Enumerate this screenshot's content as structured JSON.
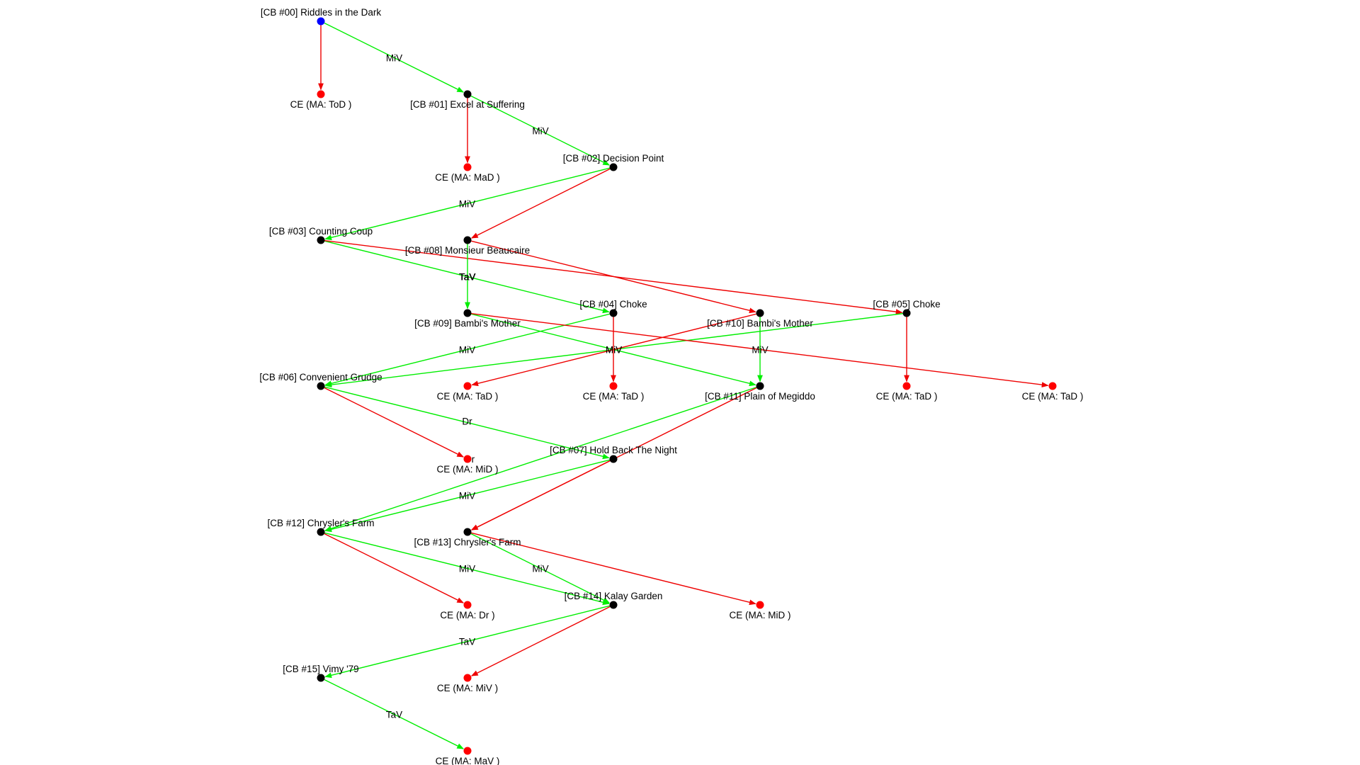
{
  "colors": {
    "start_node": "#0000ff",
    "node": "#000000",
    "end_node": "#ff0000",
    "edge_green": "#00ee00",
    "edge_red": "#ee0000",
    "text": "#000000"
  },
  "nodes": [
    {
      "id": "cb00",
      "label": "[CB #00] Riddles in the Dark",
      "kind": "start"
    },
    {
      "id": "ce_tod",
      "label": "CE (MA: ToD )",
      "kind": "end"
    },
    {
      "id": "cb01",
      "label": "[CB #01] Excel at Suffering",
      "kind": "node"
    },
    {
      "id": "ce_mad",
      "label": "CE (MA: MaD )",
      "kind": "end"
    },
    {
      "id": "cb02",
      "label": "[CB #02] Decision Point",
      "kind": "node"
    },
    {
      "id": "cb03",
      "label": "[CB #03] Counting Coup",
      "kind": "node"
    },
    {
      "id": "cb08",
      "label": "[CB #08] Monsieur Beaucaire",
      "kind": "node"
    },
    {
      "id": "cb04",
      "label": "[CB #04] Choke",
      "kind": "node"
    },
    {
      "id": "cb05",
      "label": "[CB #05] Choke",
      "kind": "node"
    },
    {
      "id": "cb09",
      "label": "[CB #09] Bambi's Mother",
      "kind": "node"
    },
    {
      "id": "cb10",
      "label": "[CB #10] Bambi's Mother",
      "kind": "node"
    },
    {
      "id": "cb06",
      "label": "[CB #06] Convenient Grudge",
      "kind": "node"
    },
    {
      "id": "ce_tad1",
      "label": "CE (MA: TaD )",
      "kind": "end"
    },
    {
      "id": "ce_tad2",
      "label": "CE (MA: TaD )",
      "kind": "end"
    },
    {
      "id": "cb11",
      "label": "[CB #11] Plain of Megiddo",
      "kind": "node"
    },
    {
      "id": "ce_tad3",
      "label": "CE (MA: TaD )",
      "kind": "end"
    },
    {
      "id": "ce_tad4",
      "label": "CE (MA: TaD )",
      "kind": "end"
    },
    {
      "id": "cb07",
      "label": "[CB #07] Hold Back The Night",
      "kind": "node"
    },
    {
      "id": "ce_mid1",
      "label": "CE (MA: MiD )",
      "kind": "end"
    },
    {
      "id": "cb12",
      "label": "[CB #12] Chrysler's Farm",
      "kind": "node"
    },
    {
      "id": "cb13",
      "label": "[CB #13] Chrysler's Farm",
      "kind": "node"
    },
    {
      "id": "cb14",
      "label": "[CB #14] Kalay Garden",
      "kind": "node"
    },
    {
      "id": "ce_dr",
      "label": "CE (MA: Dr )",
      "kind": "end"
    },
    {
      "id": "ce_mid2",
      "label": "CE (MA: MiD )",
      "kind": "end"
    },
    {
      "id": "cb15",
      "label": "[CB #15] Vimy '79",
      "kind": "node"
    },
    {
      "id": "ce_miv",
      "label": "CE (MA: MiV )",
      "kind": "end"
    },
    {
      "id": "ce_mav",
      "label": "CE (MA: MaV )",
      "kind": "end"
    }
  ],
  "edges": [
    {
      "from": "cb00",
      "to": "cb01",
      "color": "green",
      "label": "MiV"
    },
    {
      "from": "cb00",
      "to": "ce_tod",
      "color": "red",
      "label": ""
    },
    {
      "from": "cb01",
      "to": "cb02",
      "color": "green",
      "label": "MiV"
    },
    {
      "from": "cb01",
      "to": "ce_mad",
      "color": "red",
      "label": ""
    },
    {
      "from": "cb02",
      "to": "cb03",
      "color": "green",
      "label": "MiV"
    },
    {
      "from": "cb02",
      "to": "cb08",
      "color": "red",
      "label": ""
    },
    {
      "from": "cb03",
      "to": "cb04",
      "color": "green",
      "label": "TaV"
    },
    {
      "from": "cb03",
      "to": "cb05",
      "color": "red",
      "label": ""
    },
    {
      "from": "cb08",
      "to": "cb09",
      "color": "green",
      "label": "TaV"
    },
    {
      "from": "cb08",
      "to": "cb10",
      "color": "red",
      "label": ""
    },
    {
      "from": "cb04",
      "to": "cb06",
      "color": "green",
      "label": "MiV"
    },
    {
      "from": "cb04",
      "to": "ce_tad2",
      "color": "red",
      "label": ""
    },
    {
      "from": "cb05",
      "to": "cb06",
      "color": "green",
      "label": "MiV"
    },
    {
      "from": "cb05",
      "to": "ce_tad3",
      "color": "red",
      "label": ""
    },
    {
      "from": "cb09",
      "to": "cb11",
      "color": "green",
      "label": "MiV"
    },
    {
      "from": "cb09",
      "to": "ce_tad4",
      "color": "red",
      "label": ""
    },
    {
      "from": "cb10",
      "to": "cb11",
      "color": "green",
      "label": "MiV"
    },
    {
      "from": "cb10",
      "to": "ce_tad1",
      "color": "red",
      "label": ""
    },
    {
      "from": "cb06",
      "to": "cb07",
      "color": "green",
      "label": "Dr"
    },
    {
      "from": "cb06",
      "to": "ce_mid1",
      "color": "red",
      "label": ""
    },
    {
      "from": "cb11",
      "to": "cb12",
      "color": "green",
      "label": "Dr"
    },
    {
      "from": "cb11",
      "to": "cb13",
      "color": "red",
      "label": ""
    },
    {
      "from": "cb07",
      "to": "cb12",
      "color": "green",
      "label": "MiV"
    },
    {
      "from": "cb07",
      "to": "cb13",
      "color": "red",
      "label": ""
    },
    {
      "from": "cb12",
      "to": "cb14",
      "color": "green",
      "label": "MiV"
    },
    {
      "from": "cb12",
      "to": "ce_dr",
      "color": "red",
      "label": ""
    },
    {
      "from": "cb13",
      "to": "cb14",
      "color": "green",
      "label": "MiV"
    },
    {
      "from": "cb13",
      "to": "ce_mid2",
      "color": "red",
      "label": ""
    },
    {
      "from": "cb14",
      "to": "cb15",
      "color": "green",
      "label": "TaV"
    },
    {
      "from": "cb14",
      "to": "ce_miv",
      "color": "red",
      "label": ""
    },
    {
      "from": "cb15",
      "to": "ce_mav",
      "color": "green",
      "label": "TaV"
    }
  ]
}
